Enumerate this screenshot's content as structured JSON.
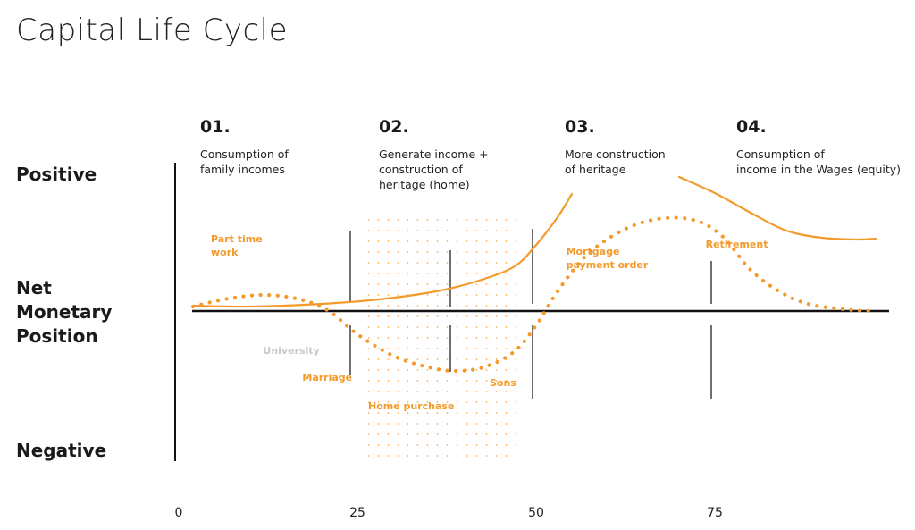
{
  "title": "Capital Life Cycle",
  "y_labels": {
    "positive": "Positive",
    "net": [
      "Net",
      "Monetary",
      "Position"
    ],
    "negative": "Negative"
  },
  "colors": {
    "accent": "#f39a2d",
    "axis": "#111111",
    "muted": "#c8c8c8"
  },
  "chart_data": {
    "type": "line",
    "title": "Capital Life Cycle",
    "xlabel": "",
    "ylabel": "",
    "xlim": [
      0,
      100
    ],
    "x_ticks": [
      0,
      25,
      50,
      75
    ],
    "grid": false,
    "phases": [
      {
        "number": "01.",
        "lines": [
          "Consumption of",
          "family incomes"
        ],
        "x_start": 3
      },
      {
        "number": "02.",
        "lines": [
          "Generate income +",
          "construction of",
          "heritage (home)"
        ],
        "x_start": 28
      },
      {
        "number": "03.",
        "lines": [
          "More construction",
          "of heritage"
        ],
        "x_start": 54
      },
      {
        "number": "04.",
        "lines": [
          "Consumption of",
          "income in the Wages (equity)"
        ],
        "x_start": 78
      }
    ],
    "dividers": [
      24,
      38,
      49.5,
      74.5
    ],
    "shaded_region": [
      26,
      47.5
    ],
    "series": [
      {
        "style": "solid",
        "points": [
          [
            2,
            0.06
          ],
          [
            10,
            0.05
          ],
          [
            20,
            0.08
          ],
          [
            28,
            0.13
          ],
          [
            36,
            0.22
          ],
          [
            42,
            0.34
          ],
          [
            47,
            0.5
          ],
          [
            50,
            0.74
          ],
          [
            53,
            1.05
          ],
          [
            55,
            1.31
          ]
        ]
      },
      {
        "style": "solid",
        "points": [
          [
            70,
            1.5
          ],
          [
            75,
            1.32
          ],
          [
            80,
            1.1
          ],
          [
            85,
            0.9
          ],
          [
            90,
            0.82
          ],
          [
            95,
            0.8
          ],
          [
            97.5,
            0.81
          ]
        ]
      },
      {
        "style": "dotted",
        "points": [
          [
            2,
            0.05
          ],
          [
            7,
            0.14
          ],
          [
            12,
            0.18
          ],
          [
            17,
            0.13
          ],
          [
            21,
            0.0
          ],
          [
            25,
            -0.26
          ],
          [
            30,
            -0.5
          ],
          [
            35,
            -0.63
          ],
          [
            39,
            -0.67
          ],
          [
            43,
            -0.62
          ],
          [
            47,
            -0.45
          ],
          [
            50,
            -0.16
          ],
          [
            53,
            0.22
          ],
          [
            57,
            0.62
          ],
          [
            62,
            0.9
          ],
          [
            67,
            1.03
          ],
          [
            72,
            1.02
          ],
          [
            76,
            0.84
          ],
          [
            80,
            0.46
          ],
          [
            84,
            0.22
          ],
          [
            88,
            0.08
          ],
          [
            93,
            0.02
          ],
          [
            97,
            0.0
          ]
        ]
      }
    ],
    "annotations": [
      {
        "lines": [
          "Part time",
          "work"
        ],
        "x": 4.5,
        "y": 0.77,
        "color": "accent"
      },
      {
        "lines": [
          "University"
        ],
        "x": 11.8,
        "y": -0.48,
        "color": "muted"
      },
      {
        "lines": [
          "Marriage"
        ],
        "x": 17.3,
        "y": -0.78,
        "color": "accent"
      },
      {
        "lines": [
          "Sons"
        ],
        "x": 43.5,
        "y": -0.84,
        "color": "accent"
      },
      {
        "lines": [
          "Home purchase"
        ],
        "x": 26.5,
        "y": -1.1,
        "color": "accent"
      },
      {
        "lines": [
          "Mortgage",
          "payment order"
        ],
        "x": 54.2,
        "y": 0.63,
        "color": "accent"
      },
      {
        "lines": [
          "Retirement"
        ],
        "x": 73.7,
        "y": 0.71,
        "color": "accent"
      }
    ]
  }
}
